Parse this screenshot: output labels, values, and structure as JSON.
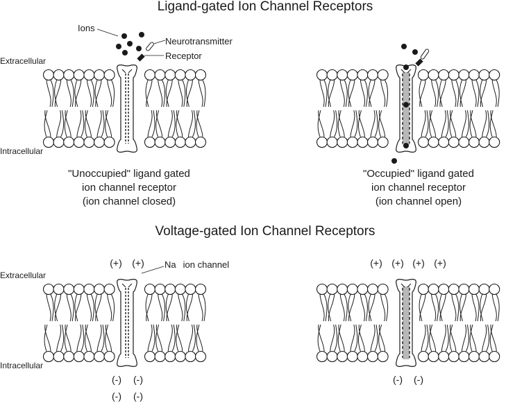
{
  "titles": {
    "ligand": "Ligand-gated Ion Channel Receptors",
    "voltage": "Voltage-gated Ion Channel Receptors"
  },
  "side_labels": {
    "extracellular": "Extracellular",
    "intracellular": "Intracellular"
  },
  "callouts": {
    "ions": "Ions",
    "neurotransmitter": "Neurotransmitter",
    "receptor": "Receptor",
    "na_prefix": "Na",
    "na_suffix": "ion channel"
  },
  "captions": {
    "unoccupied": [
      "\"Unoccupied\" ligand gated",
      "ion channel receptor",
      "(ion channel closed)"
    ],
    "occupied": [
      "\"Occupied\" ligand gated",
      "ion channel receptor",
      "(ion channel open)"
    ]
  },
  "charges": {
    "positive": "(+)",
    "negative": "(-)"
  },
  "colors": {
    "ink": "#1a1a1a",
    "membrane_fill": "#ffffff",
    "channel_open_fill": "#b8b8b8"
  }
}
